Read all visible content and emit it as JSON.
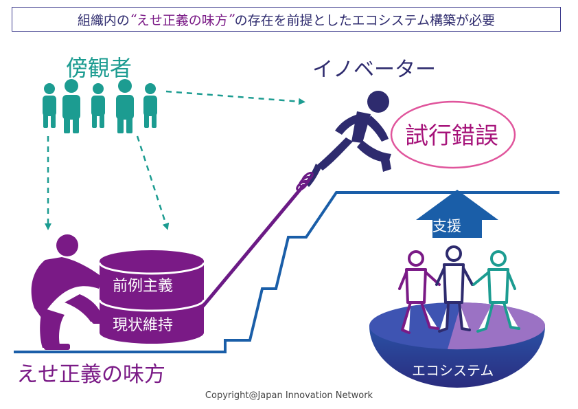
{
  "title": {
    "prefix": "組織内の",
    "open_quote": "“",
    "highlight": "えせ正義の味方",
    "close_quote": "”",
    "suffix": "の存在を前提としたエコシステム構築が必要"
  },
  "labels": {
    "bystanders": "傍観者",
    "innovator": "イノベーター",
    "trial_and_error": "試行錯誤",
    "support": "支援",
    "pseudo_hero": "えせ正義の味方",
    "precedent": "前例主義",
    "status_quo": "現状維持",
    "ecosystem": "エコシステム",
    "copyright": "Copyright@Japan Innovation Network"
  },
  "colors": {
    "title_border": "#3c3a8c",
    "bystander_teal": "#1c9c91",
    "navy": "#2e2b6e",
    "purple": "#7a1a86",
    "magenta": "#a6137a",
    "blue": "#1a5ea8",
    "lavender": "#9b72c4"
  }
}
